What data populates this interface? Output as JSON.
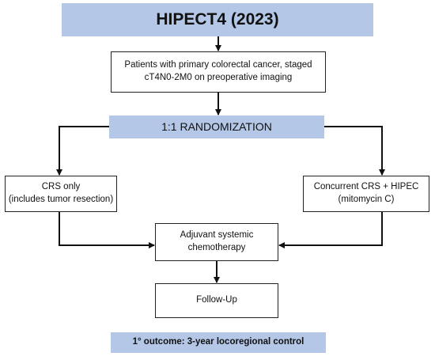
{
  "title": "HIPECT4 (2023)",
  "patients": {
    "line1": "Patients with primary colorectal cancer, staged",
    "line2": "cT4N0-2M0 on preoperative imaging"
  },
  "randomization": "1:1 RANDOMIZATION",
  "arm_left": {
    "line1": "CRS only",
    "line2": "(includes tumor resection)"
  },
  "arm_right": {
    "line1": "Concurrent CRS + HIPEC",
    "line2": "(mitomycin C)"
  },
  "adjuvant": {
    "line1": "Adjuvant systemic",
    "line2": "chemotherapy"
  },
  "followup": "Follow-Up",
  "outcome": "1° outcome: 3-year locoregional control",
  "colors": {
    "header_fill": "#b4c7e7",
    "box_border": "#222222",
    "arrow": "#111111"
  }
}
